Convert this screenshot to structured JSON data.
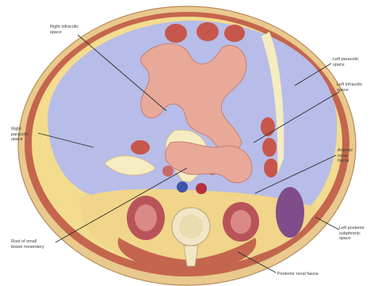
{
  "labels": {
    "right_infracolic_space": "Right infracolic\nspace",
    "left_paracolic_space": "Left paracolic\nspace",
    "left_infracolic_space": "Left infracolic\nspace",
    "right_paracolic_space": "Right\nparacolic\nspace",
    "anterior_renal_fascia": "Anterior\nrenal\nfascia",
    "root_of_small_bowel_mesentery": "Root of small\nbowel mesentery",
    "left_posterior_subphrenic_space": "Left posterior\nsubphrenic\nspace",
    "posterior_renal_fascia": "Posterior renal fascia"
  },
  "colors": {
    "peritoneal_space": "#b7bde8",
    "fat": "#f3dc8e",
    "muscle": "#c4664e",
    "bowel": "#e8a999",
    "kidney": "#b9535a",
    "spleen": "#7f4d8a",
    "vertebra": "#f1e7c6",
    "aorta": "#b3323e",
    "ivc": "#3d54a8"
  }
}
